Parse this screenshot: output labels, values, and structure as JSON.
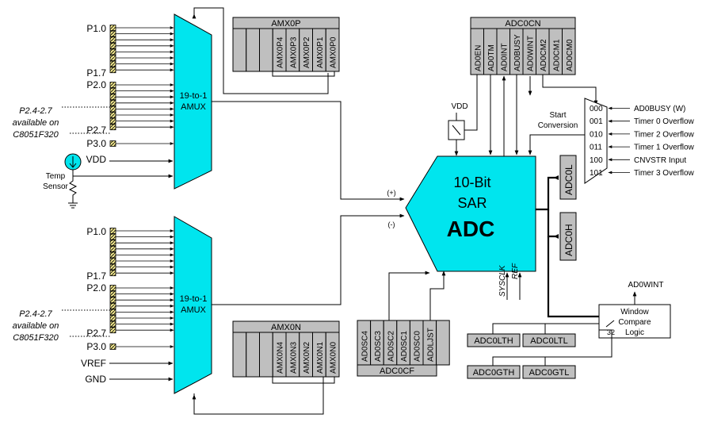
{
  "mux_top": {
    "label_line1": "19-to-1",
    "label_line2": "AMUX",
    "port_labels": {
      "p10": "P1.0",
      "p17": "P1.7",
      "p20": "P2.0",
      "p27": "P2.7",
      "p30": "P3.0",
      "vdd": "VDD"
    },
    "note_line1": "P2.4-2.7",
    "note_line2": "available on",
    "note_line3": "C8051F320",
    "temp_line1": "Temp",
    "temp_line2": "Sensor"
  },
  "mux_bottom": {
    "label_line1": "19-to-1",
    "label_line2": "AMUX",
    "port_labels": {
      "p10": "P1.0",
      "p17": "P1.7",
      "p20": "P2.0",
      "p27": "P2.7",
      "p30": "P3.0",
      "vref": "VREF",
      "gnd": "GND"
    },
    "note_line1": "P2.4-2.7",
    "note_line2": "available on",
    "note_line3": "C8051F320"
  },
  "amx0p": {
    "title": "AMX0P",
    "bits": [
      "AMX0P4",
      "AMX0P3",
      "AMX0P2",
      "AMX0P1",
      "AMX0P0"
    ]
  },
  "amx0n": {
    "title": "AMX0N",
    "bits": [
      "AMX0N4",
      "AMX0N3",
      "AMX0N2",
      "AMX0N1",
      "AMX0N0"
    ]
  },
  "adc0cn": {
    "title": "ADC0CN",
    "bits": [
      "AD0EN",
      "AD0TM",
      "AD0INT",
      "AD0BUSY",
      "AD0WINT",
      "AD0CM2",
      "AD0CM1",
      "AD0CM0"
    ]
  },
  "adc0cf": {
    "title": "ADC0CF",
    "bits": [
      "AD0SC4",
      "AD0SC3",
      "AD0SC2",
      "AD0SC1",
      "AD0SC0",
      "AD0LJST"
    ]
  },
  "adc": {
    "line1": "10-Bit",
    "line2": "SAR",
    "line3": "ADC",
    "plus": "(+)",
    "minus": "(-)",
    "sysclk": "SYSCLK",
    "ref": "REF"
  },
  "vdd_switch": "VDD",
  "start_conversion": {
    "line1": "Start",
    "line2": "Conversion"
  },
  "conv_modes": [
    {
      "code": "000",
      "source": "AD0BUSY (W)"
    },
    {
      "code": "001",
      "source": "Timer 0 Overflow"
    },
    {
      "code": "010",
      "source": "Timer 2 Overflow"
    },
    {
      "code": "011",
      "source": "Timer 1 Overflow"
    },
    {
      "code": "100",
      "source": "CNVSTR Input"
    },
    {
      "code": "101",
      "source": "Timer 3 Overflow"
    }
  ],
  "result_regs": {
    "low": "ADC0L",
    "high": "ADC0H"
  },
  "window": {
    "line1": "Window",
    "line2": "Compare",
    "line3": "Logic",
    "int_label": "AD0WINT",
    "bus_width": "32",
    "regs": [
      "ADC0LTH",
      "ADC0LTL",
      "ADC0GTH",
      "ADC0GTL"
    ]
  },
  "colors": {
    "mux_fill": "#00e5ee",
    "adc_fill": "#00e5ee",
    "register_fill": "#bfbfbf",
    "pin_fill": "#f0e68c"
  }
}
